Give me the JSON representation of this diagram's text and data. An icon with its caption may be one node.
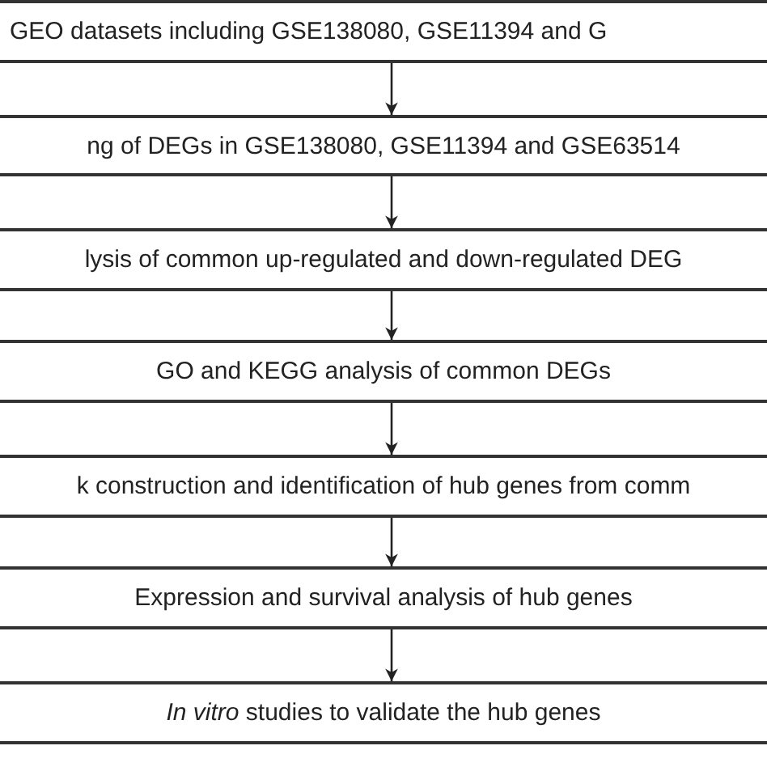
{
  "diagram": {
    "nodes": [
      {
        "text": [
          "GEO datasets including GSE138080, GSE11394 and G"
        ]
      },
      {
        "text": [
          "ng of DEGs in GSE138080, GSE11394 and GSE63514"
        ]
      },
      {
        "text": [
          "lysis of common up-regulated and down-regulated DEG"
        ]
      },
      {
        "text": [
          "GO and KEGG analysis of common DEGs"
        ]
      },
      {
        "text": [
          "k construction and identification of hub genes from comm"
        ]
      },
      {
        "text": [
          "Expression and survival analysis of  hub genes"
        ]
      },
      {
        "text": [
          "*In vitro* studies to validate the hub genes"
        ]
      }
    ],
    "edges": [
      {
        "from": 0,
        "to": 1,
        "arrow": "to"
      },
      {
        "from": 1,
        "to": 2,
        "arrow": "to"
      },
      {
        "from": 2,
        "to": 3,
        "arrow": "to"
      },
      {
        "from": 3,
        "to": 4,
        "arrow": "to"
      },
      {
        "from": 4,
        "to": 5,
        "arrow": "to"
      },
      {
        "from": 5,
        "to": 6,
        "arrow": "to"
      }
    ]
  }
}
